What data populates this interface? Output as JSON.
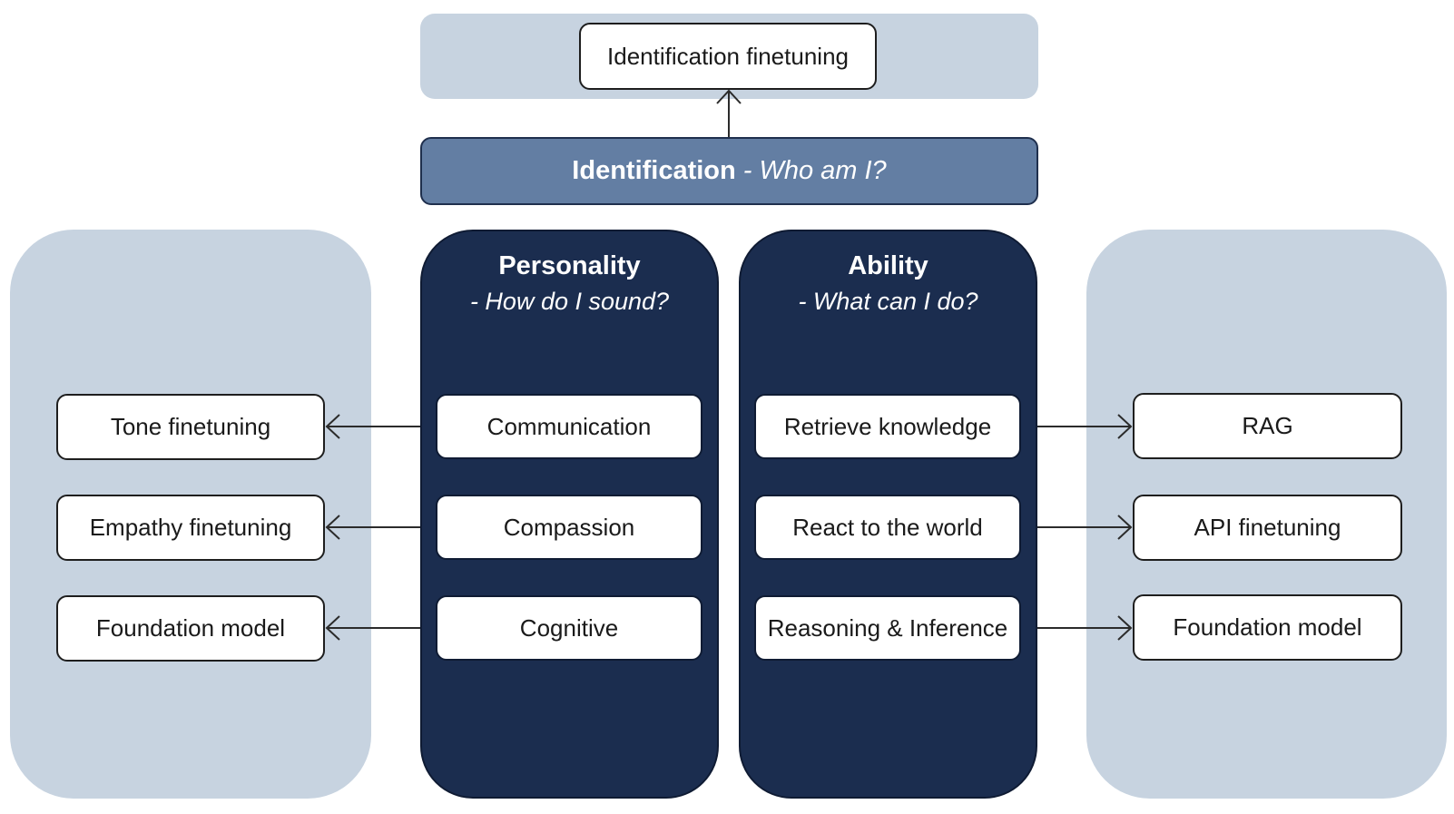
{
  "top": {
    "box_label": "Identification finetuning"
  },
  "identification": {
    "title": "Identification",
    "subtitle": "- Who am I?"
  },
  "personality": {
    "title": "Personality",
    "subtitle": "- How do I sound?",
    "items": [
      "Communication",
      "Compassion",
      "Cognitive"
    ]
  },
  "ability": {
    "title": "Ability",
    "subtitle": "- What can I do?",
    "items": [
      "Retrieve knowledge",
      "React to the world",
      "Reasoning & Inference"
    ]
  },
  "left_outputs": [
    "Tone finetuning",
    "Empathy finetuning",
    "Foundation model"
  ],
  "right_outputs": [
    "RAG",
    "API finetuning",
    "Foundation model"
  ],
  "colors": {
    "light_panel": "#c7d3e0",
    "dark_column": "#1b2d4f",
    "id_bar": "#637ea3"
  }
}
